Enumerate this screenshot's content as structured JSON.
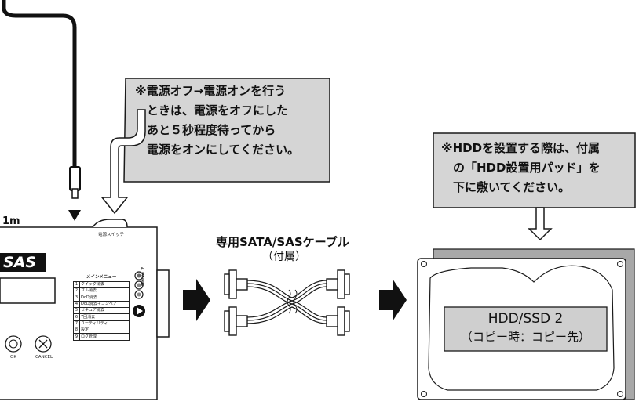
{
  "callout_power": {
    "lines": [
      "※電源オフ→電源オンを行う",
      "　ときは、電源をオフにした",
      "　あと５秒程度待ってから",
      "　電源をオンにしてください。"
    ]
  },
  "callout_pad": {
    "lines": [
      "※HDDを設置する際は、付属",
      "　の「HDD設置用パッド」を",
      "　下に敷いてください。"
    ]
  },
  "device": {
    "brand_fragment": "SAS",
    "top_fragment": "1m",
    "power_switch_label": "電源スイッチ",
    "drive_label": "Drive 2",
    "ok_label": "OK",
    "cancel_label": "CANCEL",
    "menu_title": "メインメニュー",
    "menu_items": [
      {
        "num": "1",
        "label": "クイック消去"
      },
      {
        "num": "2",
        "label": "フル消去"
      },
      {
        "num": "3",
        "label": "DoD消去"
      },
      {
        "num": "4",
        "label": "DoD消去＋コンペア"
      },
      {
        "num": "5",
        "label": "セキュア消去"
      },
      {
        "num": "6",
        "label": "7回消去"
      },
      {
        "num": "7",
        "label": "ユーティリティ"
      },
      {
        "num": "8",
        "label": "設定"
      },
      {
        "num": "9",
        "label": "ログ管理"
      }
    ]
  },
  "cable": {
    "title": "専用SATA/SASケーブル",
    "subtitle": "（付属）"
  },
  "hdd": {
    "label_line1": "HDD/SSD 2",
    "label_line2": "（コピー時：コピー先）"
  },
  "colors": {
    "callout_fill": "#d5d5d5",
    "outline": "#1a1a1a",
    "pad_fill": "#a8a8a8",
    "hdd_label_fill": "#cfcfcf",
    "arrow_fill": "#111111"
  }
}
